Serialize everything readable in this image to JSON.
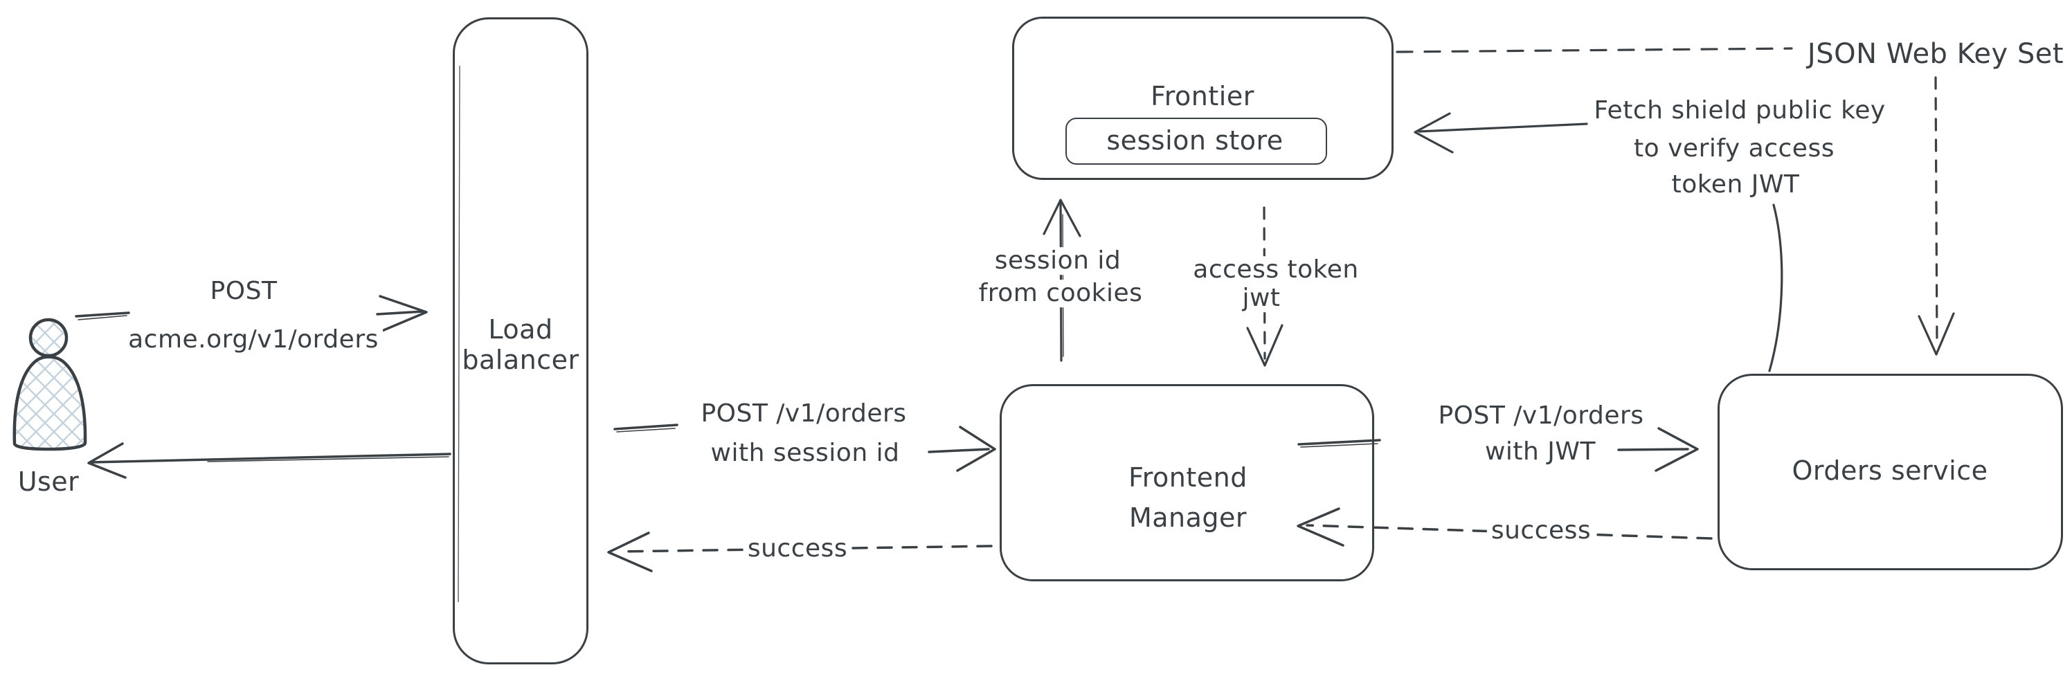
{
  "nodes": {
    "user": {
      "label": "User"
    },
    "load_balancer": {
      "line1": "Load",
      "line2": "balancer"
    },
    "frontier": {
      "label": "Frontier",
      "session_store": "session store"
    },
    "frontend_manager": {
      "line1": "Frontend",
      "line2": "Manager"
    },
    "orders_service": {
      "label": "Orders service"
    }
  },
  "edges": {
    "user_to_lb": {
      "line1": "POST",
      "line2": "acme.org/v1/orders"
    },
    "lb_to_fm": {
      "line1": "POST /v1/orders",
      "line2": "with session id"
    },
    "fm_to_lb": {
      "label": "success"
    },
    "fm_to_frontier": {
      "line1": "session id",
      "line2": "from cookies"
    },
    "frontier_to_fm": {
      "line1": "access token",
      "line2": "jwt"
    },
    "fm_to_orders": {
      "line1": "POST /v1/orders",
      "line2": "with JWT"
    },
    "orders_to_fm": {
      "label": "success"
    },
    "orders_to_frontier": {
      "line1": "Fetch shield public key",
      "line2": "to verify access",
      "line3": "token JWT"
    },
    "frontier_to_jwks": {
      "label": "JSON Web Key Set"
    }
  },
  "colors": {
    "stroke": "#3b4045",
    "hatch": "#c7d3dc",
    "background": "#ffffff"
  }
}
